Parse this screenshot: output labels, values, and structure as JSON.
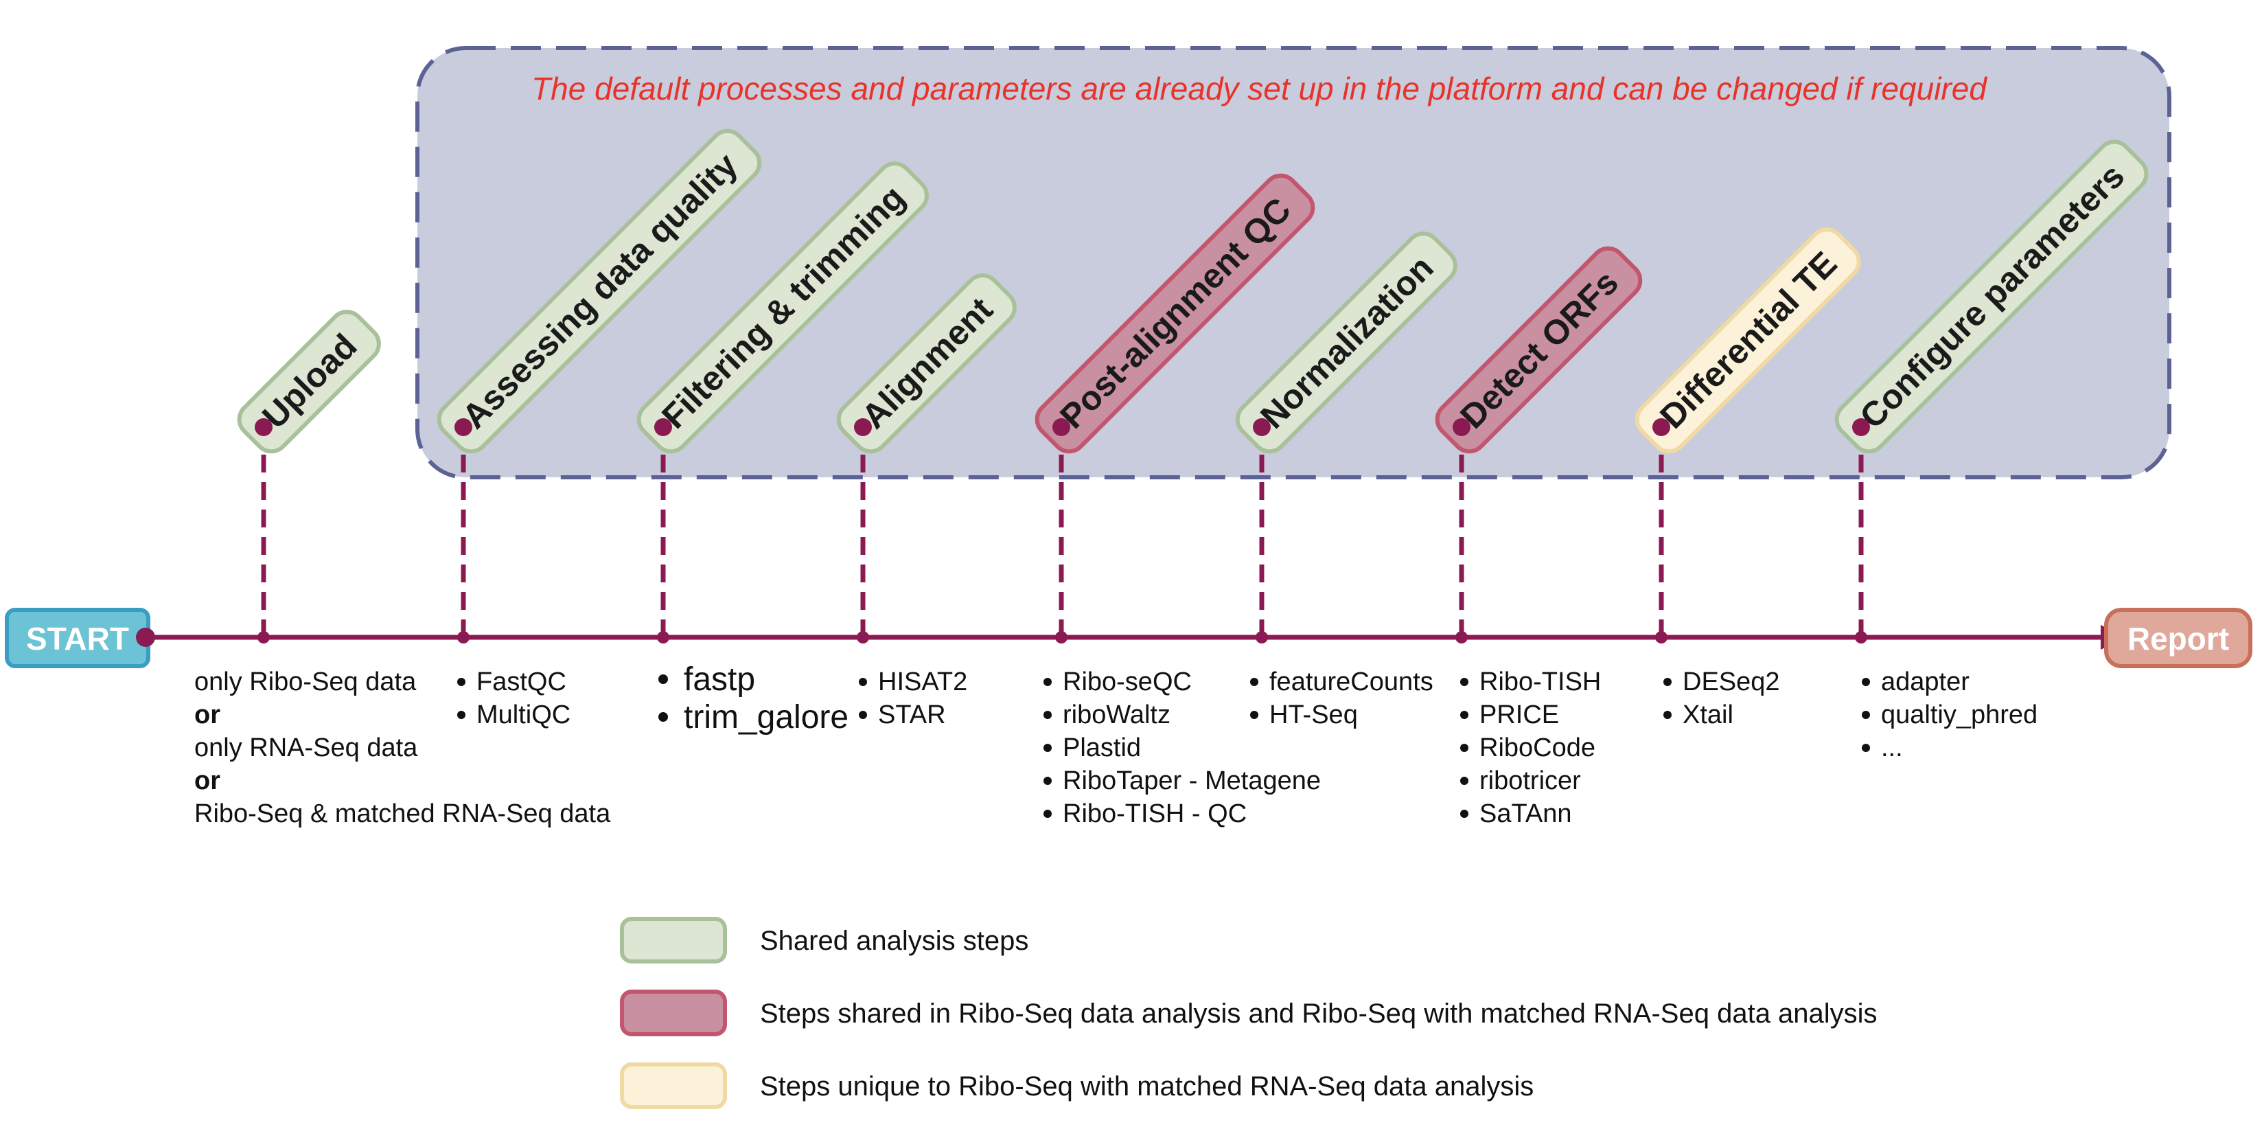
{
  "banner": "The default processes and parameters are already set up in the platform and can be changed if required",
  "start": {
    "label": "START"
  },
  "end": {
    "label": "Report"
  },
  "steps": [
    {
      "label": "Upload",
      "style": "shared"
    },
    {
      "label": "Assessing data quality",
      "style": "shared"
    },
    {
      "label": "Filtering & trimming",
      "style": "shared"
    },
    {
      "label": "Alignment",
      "style": "shared"
    },
    {
      "label": "Post-alignment QC",
      "style": "ribo"
    },
    {
      "label": "Normalization",
      "style": "shared"
    },
    {
      "label": "Detect ORFs",
      "style": "ribo"
    },
    {
      "label": "Differential TE",
      "style": "unique"
    },
    {
      "label": "Configure parameters",
      "style": "shared"
    }
  ],
  "upload_options": {
    "line1": "only Ribo-Seq data",
    "or1": "or",
    "line2": "only RNA-Seq data",
    "or2": "or",
    "line3": "Ribo-Seq & matched RNA-Seq data"
  },
  "tools": {
    "quality": [
      "FastQC",
      "MultiQC"
    ],
    "trimming": [
      "fastp",
      "trim_galore"
    ],
    "alignment": [
      "HISAT2",
      "STAR"
    ],
    "post_alignment": [
      "Ribo-seQC",
      "riboWaltz",
      "Plastid",
      "RiboTaper - Metagene",
      "Ribo-TISH - QC"
    ],
    "normalization": [
      "featureCounts",
      "HT-Seq"
    ],
    "orfs": [
      "Ribo-TISH",
      "PRICE",
      "RiboCode",
      "ribotricer",
      "SaTAnn"
    ],
    "te": [
      "DESeq2",
      "Xtail"
    ],
    "parameters": [
      "adapter",
      "qualtiy_phred",
      "..."
    ]
  },
  "legend": [
    {
      "label": "Shared analysis steps",
      "style": "shared"
    },
    {
      "label": "Steps shared in Ribo-Seq data analysis and Ribo-Seq with matched RNA-Seq data analysis",
      "style": "ribo"
    },
    {
      "label": "Steps unique to Ribo-Seq with matched RNA-Seq data analysis",
      "style": "unique"
    }
  ],
  "colors": {
    "shared_fill": "#dce6d3",
    "shared_stroke": "#a9c19b",
    "ribo_fill": "#c890a0",
    "ribo_stroke": "#c2566e",
    "unique_fill": "#fcf2d9",
    "unique_stroke": "#f1d9a4",
    "timeline": "#8b1a52",
    "panel_fill": "#c9ccdc",
    "panel_stroke": "#5c6394",
    "start_fill": "#6cc3d6",
    "start_stroke": "#3a9ec2",
    "report_fill": "#dfa89b",
    "report_stroke": "#c8705c",
    "banner_text": "#e8332a"
  }
}
